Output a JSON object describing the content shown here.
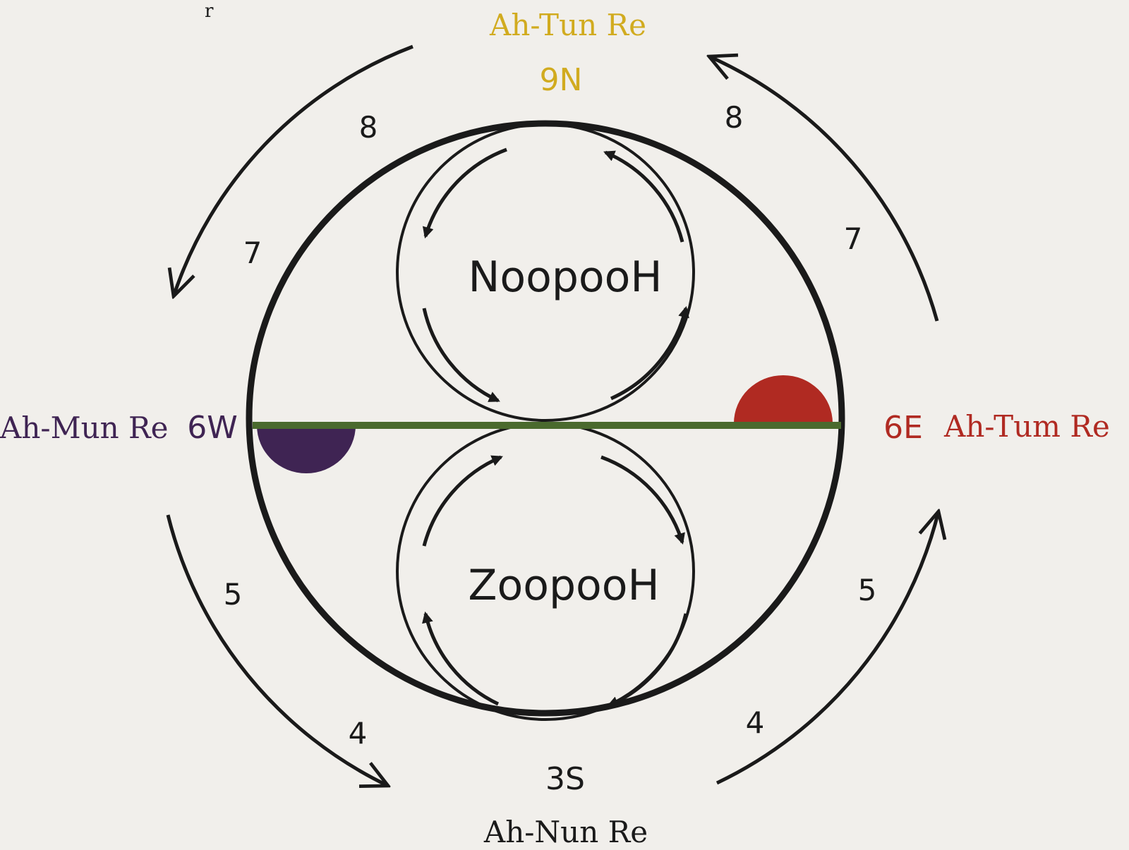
{
  "colors": {
    "background": "#f1efeb",
    "ink": "#1a1a1a",
    "north": "#d1ab1f",
    "west": "#3f2453",
    "east": "#b02a22",
    "axis": "#4a6a2e"
  },
  "stray_mark": "r",
  "north": {
    "name": "Ah-Tun Re",
    "code": "9N"
  },
  "west": {
    "name": "Ah-Mun Re",
    "code": "6W"
  },
  "east": {
    "name": "Ah-Tum Re",
    "code": "6E"
  },
  "south": {
    "name": "Ah-Nun Re",
    "code": "3S"
  },
  "upper_circle": {
    "label": "NoopooH"
  },
  "lower_circle": {
    "label": "ZoopooH"
  },
  "numbers": {
    "top_left": "8",
    "top_right": "8",
    "upper_left": "7",
    "upper_right": "7",
    "lower_left": "5",
    "lower_right": "5",
    "bottom_left": "4",
    "bottom_right": "4"
  }
}
